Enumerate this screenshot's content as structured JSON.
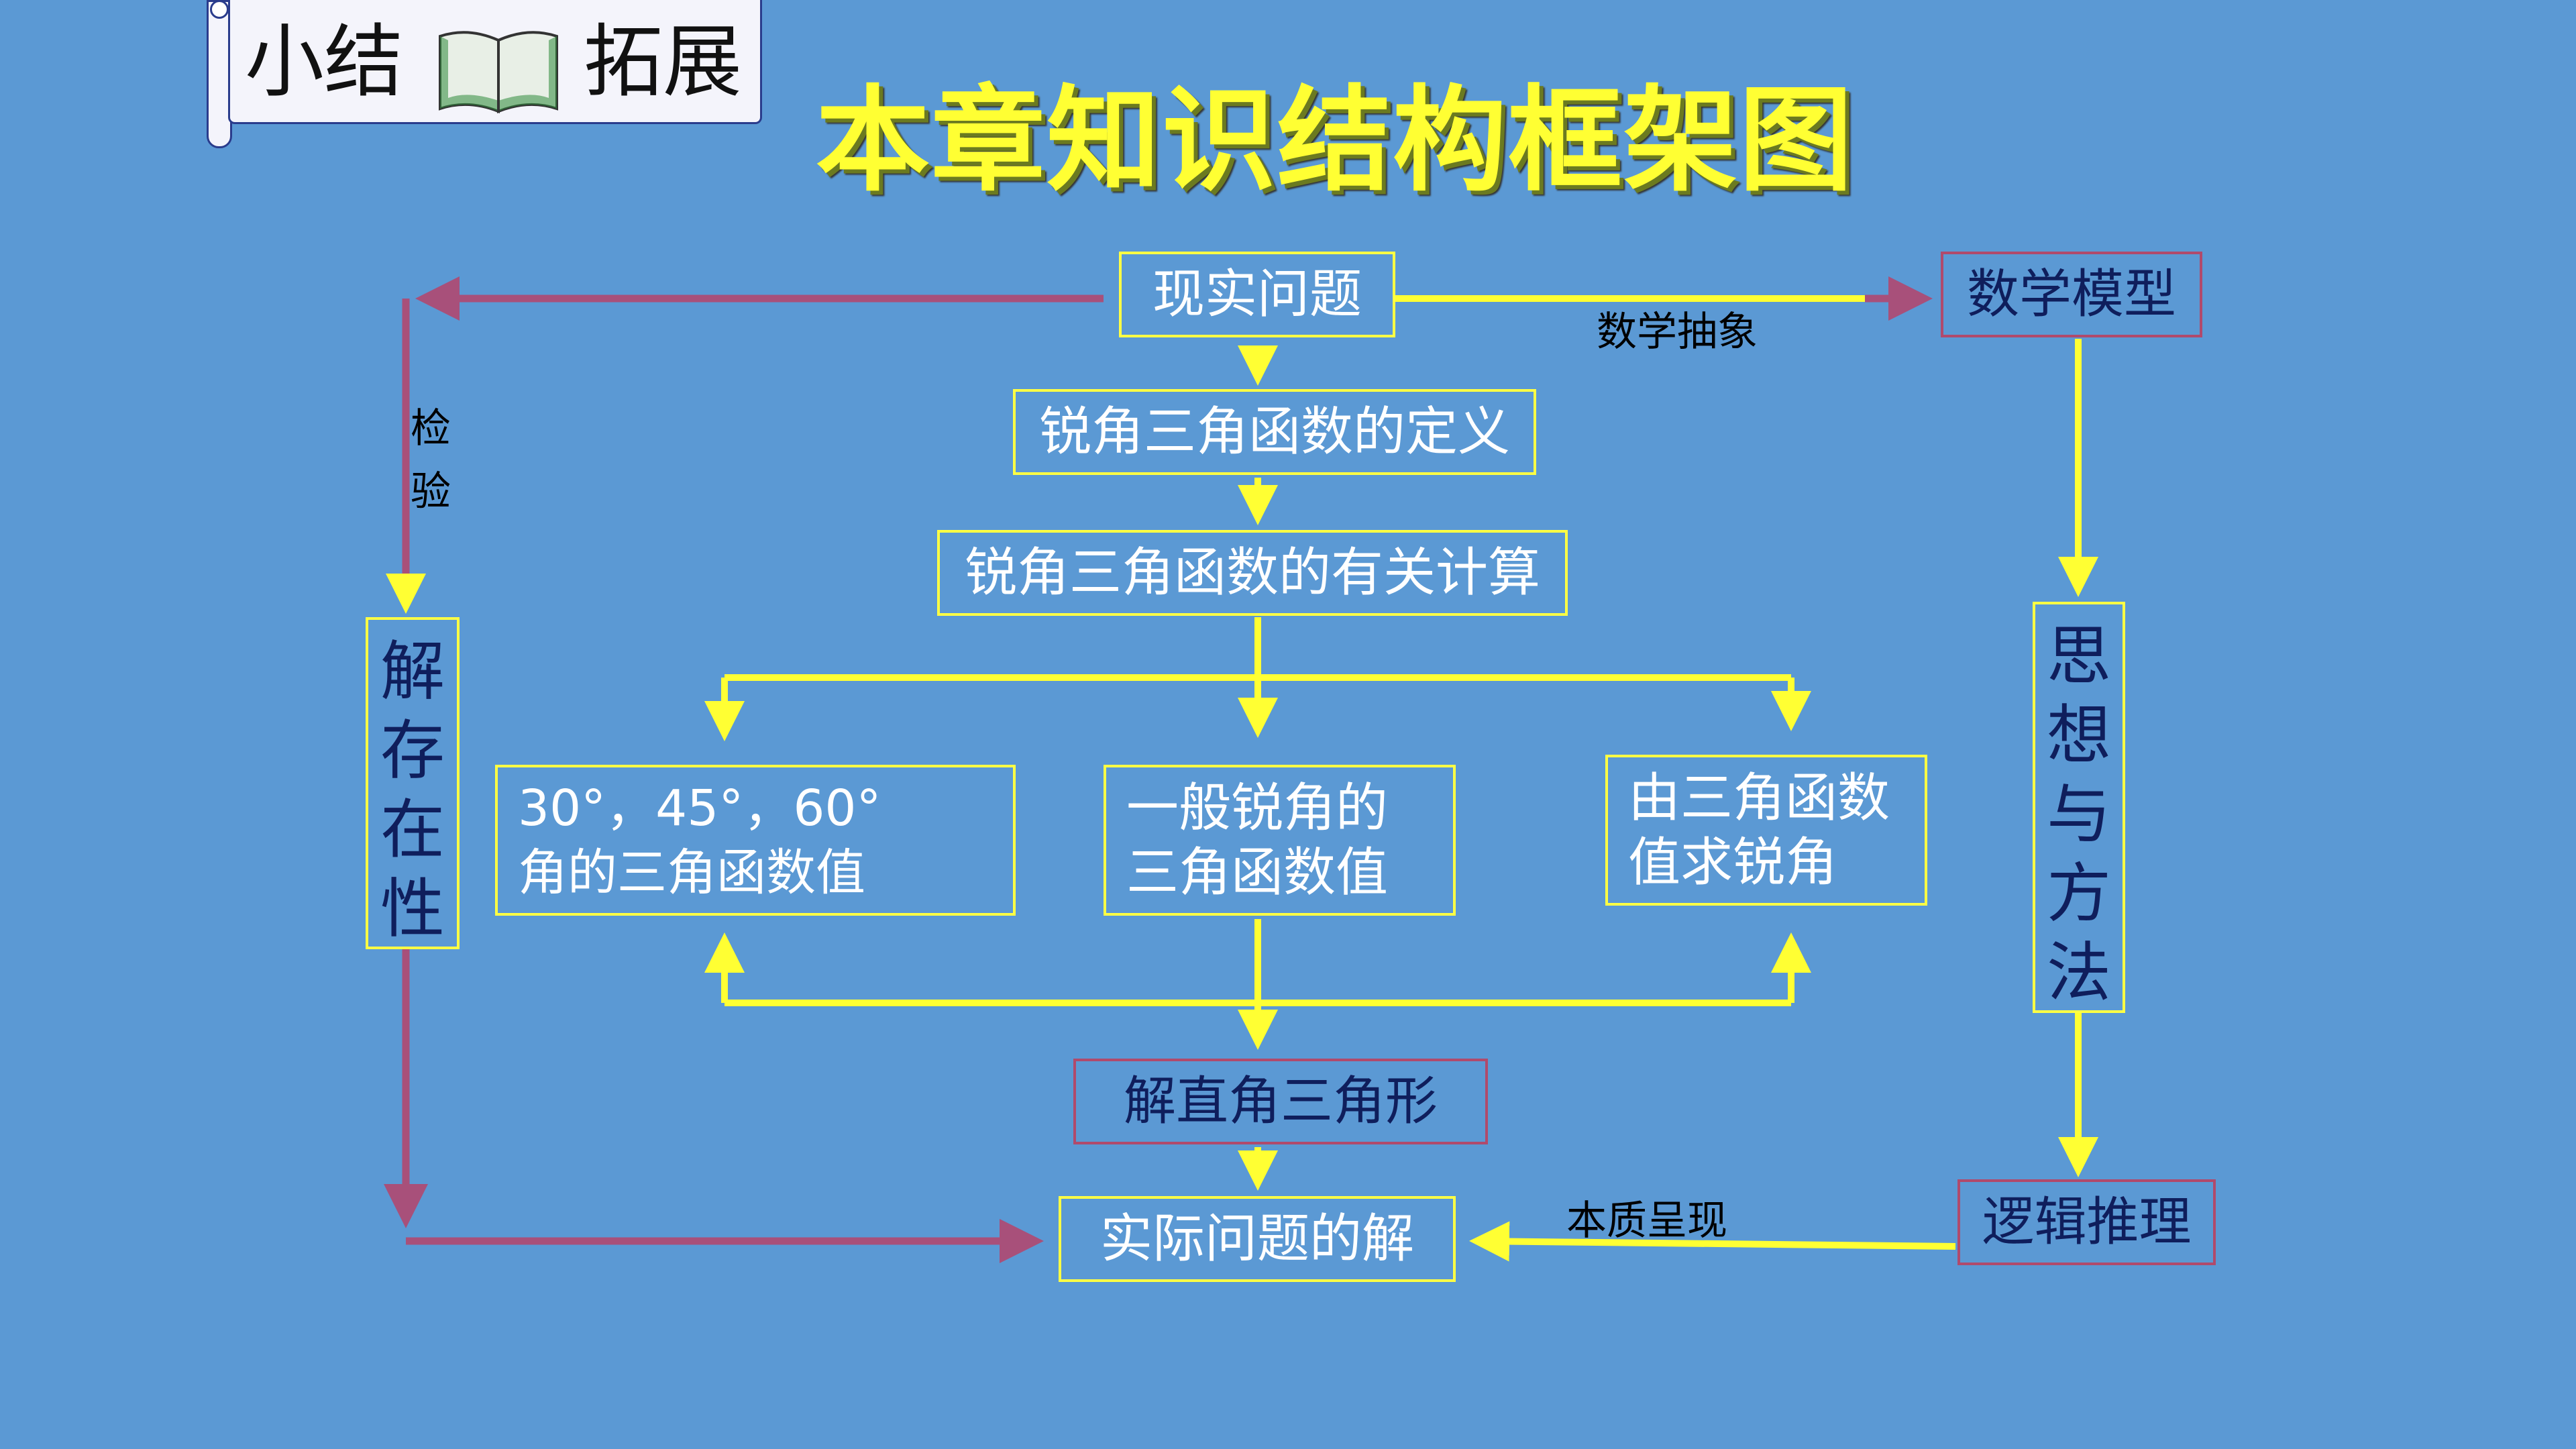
{
  "banner": {
    "left_text": "小结",
    "right_text": "拓展"
  },
  "title": "本章知识结构框架图",
  "nodes": {
    "real_problem": "现实问题",
    "definition": "锐角三角函数的定义",
    "calculation": "锐角三角函数的有关计算",
    "special_values": [
      "30°，45°，60°",
      "角的三角函数值"
    ],
    "general_values": [
      "一般锐角的",
      "三角函数值"
    ],
    "find_angle": [
      "由三角函数",
      "值求锐角"
    ],
    "solve_right_triangle": "解直角三角形",
    "solution": "实际问题的解",
    "math_model": "数学模型",
    "logic": "逻辑推理",
    "thinking_methods": [
      "思",
      "想",
      "与",
      "方",
      "法"
    ],
    "existence": [
      "解",
      "存",
      "在",
      "性"
    ]
  },
  "edge_labels": {
    "abstraction": "数学抽象",
    "essence": "本质呈现",
    "verify": [
      "检",
      "验"
    ]
  },
  "colors": {
    "background": "#5b99d4",
    "title": "#ffff33",
    "yellow_line": "#ffff33",
    "red_line": "#a8507a",
    "box_text_light": "#ffffff",
    "box_text_dark": "#0f1e5c"
  },
  "icons": [
    "open-book-icon",
    "scroll-icon"
  ]
}
